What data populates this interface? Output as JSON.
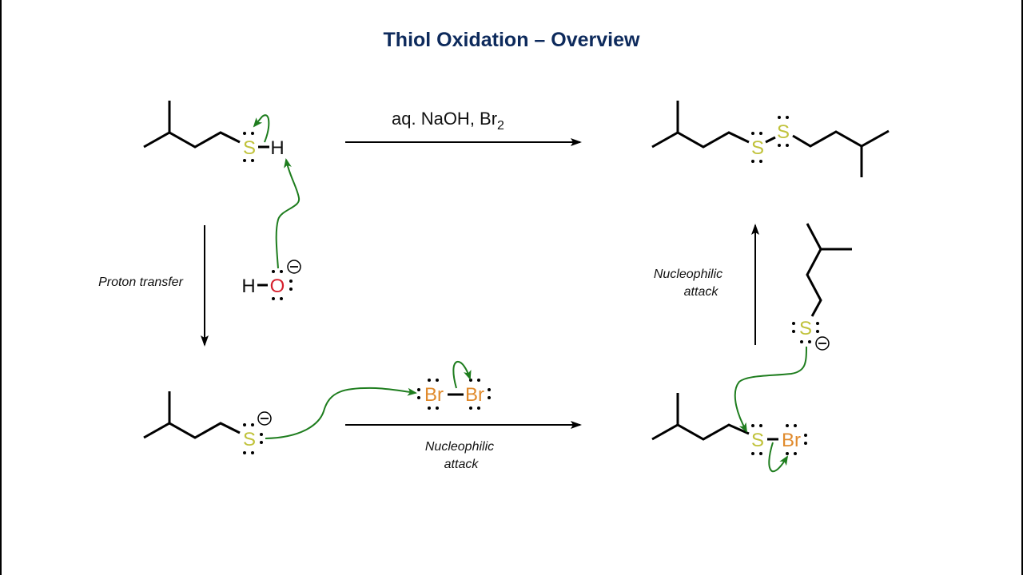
{
  "title": "Thiol Oxidation – Overview",
  "reagents": {
    "main_prefix": "aq. NaOH, Br",
    "main_subscript": "2"
  },
  "step_labels": {
    "proton_transfer": "Proton transfer",
    "nucleophilic_attack_bottom_line1": "Nucleophilic",
    "nucleophilic_attack_bottom_line2": "attack",
    "nucleophilic_attack_right_line1": "Nucleophilic",
    "nucleophilic_attack_right_line2": "attack"
  },
  "atoms": {
    "sulfur": "S",
    "hydrogen": "H",
    "oxygen": "O",
    "bromine": "Br"
  },
  "colors": {
    "title": "#0d2a5c",
    "sulfur": "#c0c23a",
    "bromine": "#e08a2c",
    "oxygen": "#d6222f",
    "curved_arrow": "#1e7d1e"
  },
  "molecules": {
    "thiol": "3-methylbutane-1-thiol",
    "hydroxide": "hydroxide",
    "thiolate": "thiolate anion",
    "bromine": "Br2",
    "sulfenyl_bromide": "sulfenyl bromide",
    "thiolate_second": "thiolate anion",
    "disulfide": "disulfide product"
  }
}
